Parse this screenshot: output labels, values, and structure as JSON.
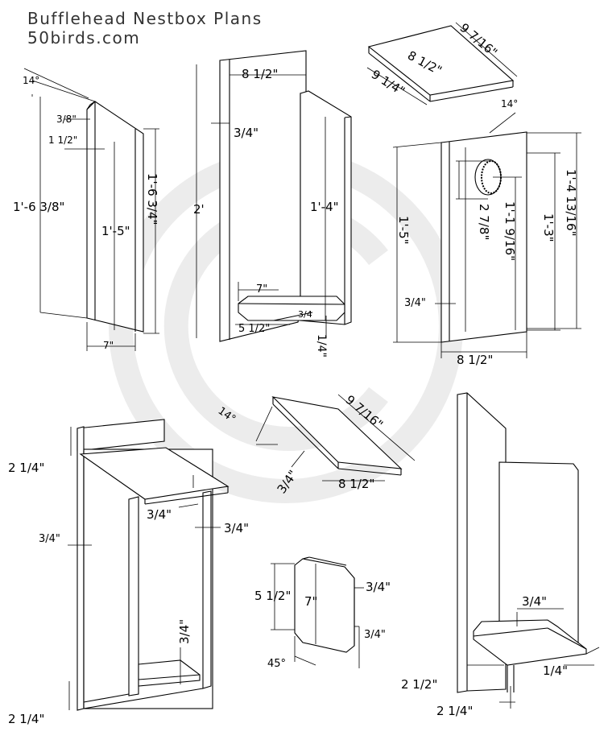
{
  "title": "Bufflehead Nestbox Plans",
  "site": "50birds.com",
  "side_view": {
    "angle_top": "14°",
    "d_3_8": "3/8\"",
    "d_1_1_2": "1 1/2\"",
    "height_back": "1'-6 3/8\"",
    "height_inner": "1'-5\"",
    "height_front": "1'-6 3/4\"",
    "width": "7\""
  },
  "back_view": {
    "width": "8 1/2\"",
    "thickness": "3/4\"",
    "height": "2'",
    "front_height": "1'-4\"",
    "floor_width": "7\"",
    "floor_depth": "5 1/2\"",
    "floor_thick": "3/4",
    "gap": "1/4\""
  },
  "roof_top": {
    "length": "9 7/16\"",
    "width": "8 1/2\"",
    "depth": "9 1/4\""
  },
  "front_view": {
    "angle": "14°",
    "hole_to_top": "2 7/8\"",
    "hole_center": "1'-1 9/16\"",
    "height_total": "1'-4 13/16\"",
    "height_inner": "1'-3\"",
    "height_left": "1'-5\"",
    "thickness": "3/4\"",
    "width": "8 1/2\""
  },
  "roof_iso": {
    "angle": "14°",
    "length": "9 7/16\"",
    "thickness": "3/4\"",
    "width": "8 1/2\""
  },
  "assembly_left": {
    "top_overhang": "2 1/4\"",
    "roof_thick": "3/4\"",
    "side_thick": "3/4\"",
    "back_thick": "3/4\"",
    "floor_thick": "3/4\"",
    "bottom": "2 1/4\""
  },
  "floor_piece": {
    "depth": "5 1/2\"",
    "width": "7\"",
    "thickness": "3/4\"",
    "corner": "3/4\"",
    "angle": "45°"
  },
  "assembly_right": {
    "floor_thick": "3/4\"",
    "d_2_1_2": "2 1/2\"",
    "gap": "1/4\"",
    "d_2_1_4": "2 1/4\""
  },
  "watermark": "©"
}
